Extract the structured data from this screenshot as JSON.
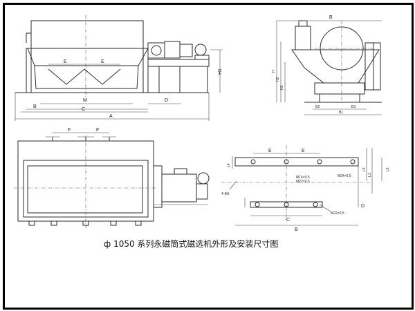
{
  "caption": "ф 1050 系列永磁筒式磁选机外形及安装尺寸图",
  "front_view": {
    "labels": {
      "E1": "E",
      "E2": "E",
      "M": "M",
      "D": "D",
      "B": "B",
      "C": "C",
      "A": "A",
      "H1": "H1"
    }
  },
  "side_view": {
    "labels": {
      "B_top": "B",
      "B1": "B1",
      "B2": "B2",
      "B3": "B3",
      "H": "H",
      "H2": "H2",
      "H3": "H3"
    }
  },
  "top_view": {
    "labels": {
      "F1": "F",
      "F2": "F"
    }
  },
  "foundation": {
    "labels": {
      "E1": "E",
      "E2": "E",
      "L1": "L1",
      "L2": "L2",
      "L3": "L3",
      "L4": "L4",
      "D": "D",
      "C": "C",
      "B": "B",
      "phi": "4-Φ9"
    },
    "notes": {
      "n1": "M16×0.5",
      "n2": "M22×0.5",
      "n3": "M24×0.5",
      "n4": "M22×0.5"
    }
  }
}
